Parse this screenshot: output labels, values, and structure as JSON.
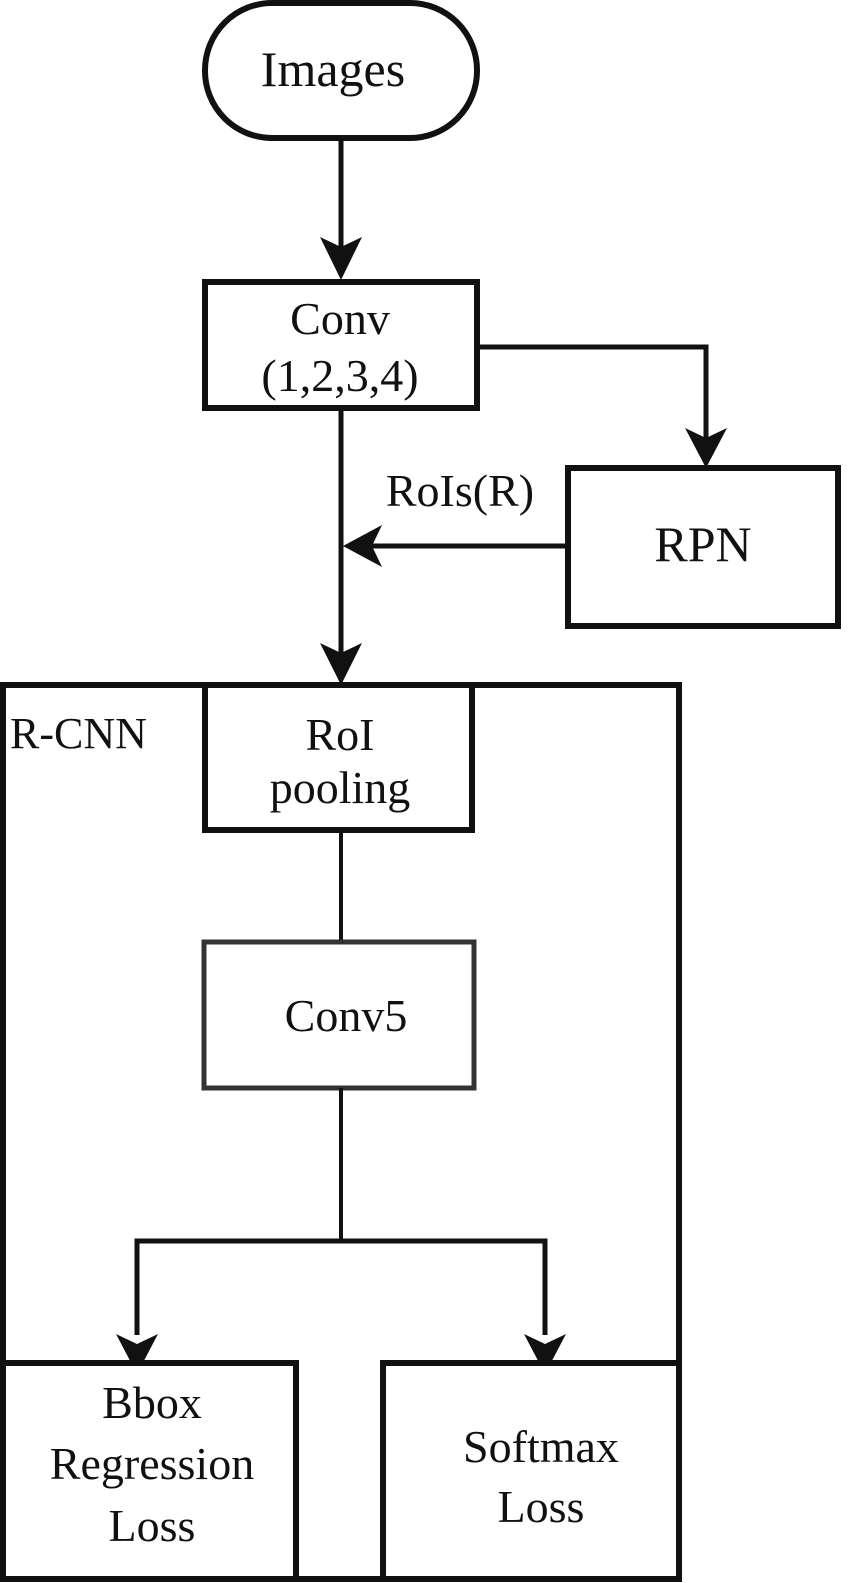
{
  "diagram": {
    "type": "flowchart",
    "stroke_color": "#111111",
    "background": "#ffffff",
    "nodes": {
      "images": {
        "shape": "terminal",
        "lines": [
          "Images"
        ]
      },
      "conv": {
        "shape": "box",
        "lines": [
          "Conv",
          "(1,2,3,4)"
        ]
      },
      "rpn": {
        "shape": "box",
        "lines": [
          "RPN"
        ]
      },
      "roi_pooling": {
        "shape": "box",
        "lines": [
          "RoI",
          "pooling"
        ]
      },
      "conv5": {
        "shape": "box",
        "lines": [
          "Conv5"
        ]
      },
      "bbox_loss": {
        "shape": "box",
        "lines": [
          "Bbox",
          "Regression",
          "Loss"
        ]
      },
      "softmax_loss": {
        "shape": "box",
        "lines": [
          "Softmax",
          "Loss"
        ]
      }
    },
    "group": {
      "label": "R-CNN",
      "contains": [
        "roi_pooling",
        "conv5",
        "bbox_loss",
        "softmax_loss"
      ]
    },
    "edge_labels": {
      "rois": "RoIs(R)"
    },
    "edges": [
      {
        "from": "images",
        "to": "conv",
        "arrow": true
      },
      {
        "from": "conv",
        "to": "rpn",
        "arrow": true
      },
      {
        "from": "rpn",
        "to": "conv-roi-trunk",
        "arrow": true,
        "label": "RoIs(R)"
      },
      {
        "from": "conv",
        "to": "roi_pooling",
        "arrow": true
      },
      {
        "from": "roi_pooling",
        "to": "conv5",
        "arrow": false
      },
      {
        "from": "conv5",
        "to": "bbox_loss",
        "arrow": true
      },
      {
        "from": "conv5",
        "to": "softmax_loss",
        "arrow": true
      }
    ]
  }
}
